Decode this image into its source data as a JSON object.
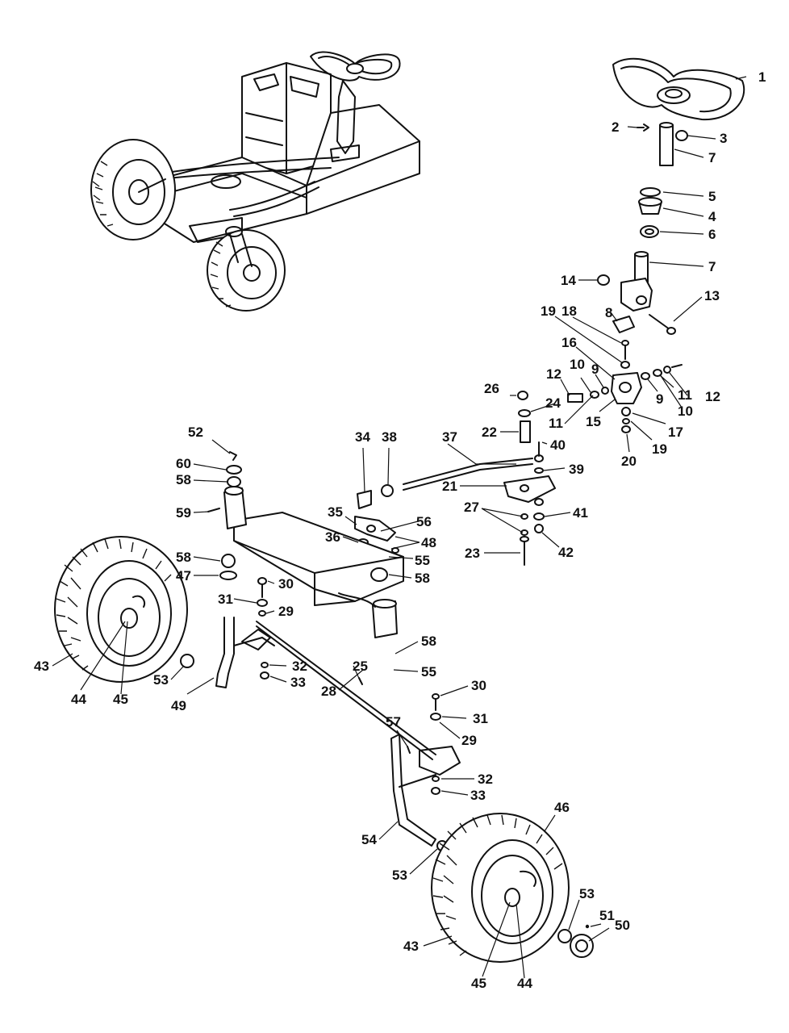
{
  "diagram": {
    "labels": [
      {
        "text": "1"
      },
      {
        "text": "2"
      },
      {
        "text": "3"
      },
      {
        "text": "7"
      },
      {
        "text": "5"
      },
      {
        "text": "4"
      },
      {
        "text": "6"
      },
      {
        "text": "7"
      },
      {
        "text": "14"
      },
      {
        "text": "13"
      },
      {
        "text": "8"
      },
      {
        "text": "18"
      },
      {
        "text": "19"
      },
      {
        "text": "16"
      },
      {
        "text": "10"
      },
      {
        "text": "9"
      },
      {
        "text": "12"
      },
      {
        "text": "9"
      },
      {
        "text": "11"
      },
      {
        "text": "12"
      },
      {
        "text": "10"
      },
      {
        "text": "26"
      },
      {
        "text": "24"
      },
      {
        "text": "11"
      },
      {
        "text": "15"
      },
      {
        "text": "17"
      },
      {
        "text": "22"
      },
      {
        "text": "19"
      },
      {
        "text": "20"
      },
      {
        "text": "34"
      },
      {
        "text": "38"
      },
      {
        "text": "37"
      },
      {
        "text": "40"
      },
      {
        "text": "39"
      },
      {
        "text": "21"
      },
      {
        "text": "52"
      },
      {
        "text": "60"
      },
      {
        "text": "58"
      },
      {
        "text": "59"
      },
      {
        "text": "35"
      },
      {
        "text": "56"
      },
      {
        "text": "48"
      },
      {
        "text": "36"
      },
      {
        "text": "55"
      },
      {
        "text": "27"
      },
      {
        "text": "41"
      },
      {
        "text": "42"
      },
      {
        "text": "23"
      },
      {
        "text": "58"
      },
      {
        "text": "47"
      },
      {
        "text": "58"
      },
      {
        "text": "30"
      },
      {
        "text": "31"
      },
      {
        "text": "29"
      },
      {
        "text": "58"
      },
      {
        "text": "43"
      },
      {
        "text": "44"
      },
      {
        "text": "45"
      },
      {
        "text": "53"
      },
      {
        "text": "49"
      },
      {
        "text": "32"
      },
      {
        "text": "33"
      },
      {
        "text": "25"
      },
      {
        "text": "55"
      },
      {
        "text": "28"
      },
      {
        "text": "30"
      },
      {
        "text": "31"
      },
      {
        "text": "29"
      },
      {
        "text": "57"
      },
      {
        "text": "32"
      },
      {
        "text": "33"
      },
      {
        "text": "46"
      },
      {
        "text": "54"
      },
      {
        "text": "53"
      },
      {
        "text": "53"
      },
      {
        "text": "51"
      },
      {
        "text": "50"
      },
      {
        "text": "43"
      },
      {
        "text": "45"
      },
      {
        "text": "44"
      }
    ]
  }
}
